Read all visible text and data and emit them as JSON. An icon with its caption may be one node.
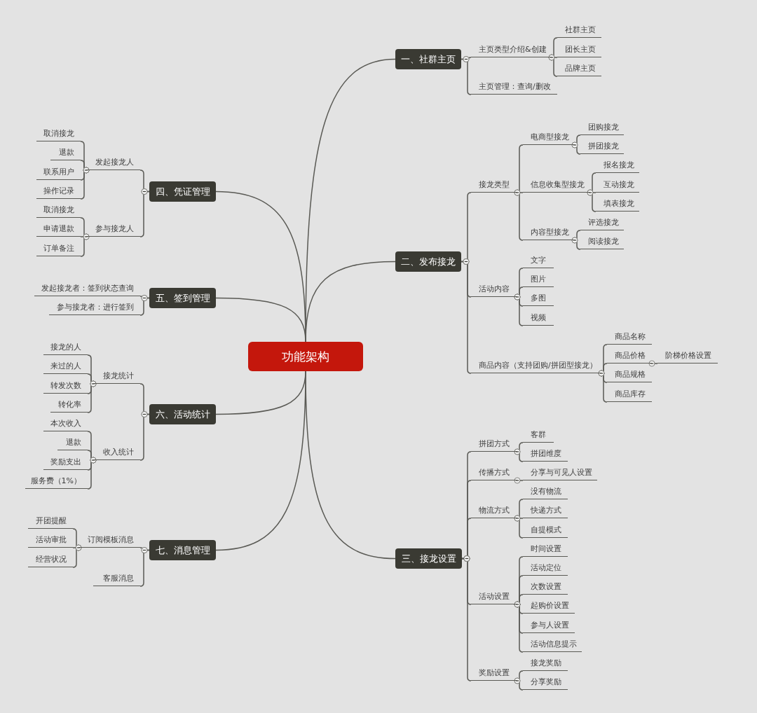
{
  "diagram": {
    "nodes": [
      {
        "text": [
          "功能架构"
        ]
      },
      {
        "text": [
          "一、社群主页"
        ]
      },
      {
        "text": [
          "主页类型介绍&创建"
        ]
      },
      {
        "text": [
          "社群主页"
        ]
      },
      {
        "text": [
          "团长主页"
        ]
      },
      {
        "text": [
          "品牌主页"
        ]
      },
      {
        "text": [
          "主页管理：查询/删改"
        ]
      },
      {
        "text": [
          "二、发布接龙"
        ]
      },
      {
        "text": [
          "接龙类型"
        ]
      },
      {
        "text": [
          "电商型接龙"
        ]
      },
      {
        "text": [
          "团购接龙"
        ]
      },
      {
        "text": [
          "拼团接龙"
        ]
      },
      {
        "text": [
          "信息收集型接龙"
        ]
      },
      {
        "text": [
          "报名接龙"
        ]
      },
      {
        "text": [
          "互动接龙"
        ]
      },
      {
        "text": [
          "填表接龙"
        ]
      },
      {
        "text": [
          "内容型接龙"
        ]
      },
      {
        "text": [
          "评选接龙"
        ]
      },
      {
        "text": [
          "阅读接龙"
        ]
      },
      {
        "text": [
          "活动内容"
        ]
      },
      {
        "text": [
          "文字"
        ]
      },
      {
        "text": [
          "图片"
        ]
      },
      {
        "text": [
          "多图"
        ]
      },
      {
        "text": [
          "视频"
        ]
      },
      {
        "text": [
          "商品内容（支持团购/拼团型接龙）"
        ]
      },
      {
        "text": [
          "商品名称"
        ]
      },
      {
        "text": [
          "商品价格"
        ]
      },
      {
        "text": [
          "阶梯价格设置"
        ]
      },
      {
        "text": [
          "商品规格"
        ]
      },
      {
        "text": [
          "商品库存"
        ]
      },
      {
        "text": [
          "三、接龙设置"
        ]
      },
      {
        "text": [
          "拼团方式"
        ]
      },
      {
        "text": [
          "客群"
        ]
      },
      {
        "text": [
          "拼团维度"
        ]
      },
      {
        "text": [
          "传播方式"
        ]
      },
      {
        "text": [
          "分享与可见人设置"
        ]
      },
      {
        "text": [
          "物流方式"
        ]
      },
      {
        "text": [
          "没有物流"
        ]
      },
      {
        "text": [
          "快递方式"
        ]
      },
      {
        "text": [
          "自提模式"
        ]
      },
      {
        "text": [
          "活动设置"
        ]
      },
      {
        "text": [
          "时间设置"
        ]
      },
      {
        "text": [
          "活动定位"
        ]
      },
      {
        "text": [
          "次数设置"
        ]
      },
      {
        "text": [
          "起购价设置"
        ]
      },
      {
        "text": [
          "参与人设置"
        ]
      },
      {
        "text": [
          "活动信息提示"
        ]
      },
      {
        "text": [
          "奖励设置"
        ]
      },
      {
        "text": [
          "接龙奖励"
        ]
      },
      {
        "text": [
          "分享奖励"
        ]
      },
      {
        "text": [
          "四、凭证管理"
        ]
      },
      {
        "text": [
          "发起接龙人"
        ]
      },
      {
        "text": [
          "取消接龙"
        ]
      },
      {
        "text": [
          "退款"
        ]
      },
      {
        "text": [
          "联系用户"
        ]
      },
      {
        "text": [
          "操作记录"
        ]
      },
      {
        "text": [
          "参与接龙人"
        ]
      },
      {
        "text": [
          "取消接龙"
        ]
      },
      {
        "text": [
          "申请退款"
        ]
      },
      {
        "text": [
          "订单备注"
        ]
      },
      {
        "text": [
          "五、签到管理"
        ]
      },
      {
        "text": [
          "发起接龙者：签到状态查询"
        ]
      },
      {
        "text": [
          "参与接龙者：进行签到"
        ]
      },
      {
        "text": [
          "六、活动统计"
        ]
      },
      {
        "text": [
          "接龙统计"
        ]
      },
      {
        "text": [
          "接龙的人"
        ]
      },
      {
        "text": [
          "来过的人"
        ]
      },
      {
        "text": [
          "转发次数"
        ]
      },
      {
        "text": [
          "转化率"
        ]
      },
      {
        "text": [
          "收入统计"
        ]
      },
      {
        "text": [
          "本次收入"
        ]
      },
      {
        "text": [
          "退款"
        ]
      },
      {
        "text": [
          "奖励支出"
        ]
      },
      {
        "text": [
          "服务费（1%）"
        ]
      },
      {
        "text": [
          "七、消息管理"
        ]
      },
      {
        "text": [
          "订阅模板消息"
        ]
      },
      {
        "text": [
          "开团提醒"
        ]
      },
      {
        "text": [
          "活动审批"
        ]
      },
      {
        "text": [
          "经营状况"
        ]
      },
      {
        "text": [
          "客服消息"
        ]
      }
    ],
    "edges": [
      {
        "from": 0,
        "to": 1,
        "arrow": "none"
      },
      {
        "from": 1,
        "to": 2,
        "arrow": "other"
      },
      {
        "from": 2,
        "to": 3,
        "arrow": "other"
      },
      {
        "from": 2,
        "to": 4,
        "arrow": "other"
      },
      {
        "from": 2,
        "to": 5,
        "arrow": "other"
      },
      {
        "from": 1,
        "to": 6,
        "arrow": "other"
      },
      {
        "from": 0,
        "to": 7,
        "arrow": "none"
      },
      {
        "from": 7,
        "to": 8,
        "arrow": "other"
      },
      {
        "from": 8,
        "to": 9,
        "arrow": "other"
      },
      {
        "from": 9,
        "to": 10,
        "arrow": "other"
      },
      {
        "from": 9,
        "to": 11,
        "arrow": "other"
      },
      {
        "from": 8,
        "to": 12,
        "arrow": "other"
      },
      {
        "from": 12,
        "to": 13,
        "arrow": "other"
      },
      {
        "from": 12,
        "to": 14,
        "arrow": "other"
      },
      {
        "from": 12,
        "to": 15,
        "arrow": "other"
      },
      {
        "from": 8,
        "to": 16,
        "arrow": "other"
      },
      {
        "from": 16,
        "to": 17,
        "arrow": "other"
      },
      {
        "from": 16,
        "to": 18,
        "arrow": "other"
      },
      {
        "from": 7,
        "to": 19,
        "arrow": "other"
      },
      {
        "from": 19,
        "to": 20,
        "arrow": "other"
      },
      {
        "from": 19,
        "to": 21,
        "arrow": "other"
      },
      {
        "from": 19,
        "to": 22,
        "arrow": "other"
      },
      {
        "from": 19,
        "to": 23,
        "arrow": "other"
      },
      {
        "from": 7,
        "to": 24,
        "arrow": "other"
      },
      {
        "from": 24,
        "to": 25,
        "arrow": "other"
      },
      {
        "from": 24,
        "to": 26,
        "arrow": "other"
      },
      {
        "from": 26,
        "to": 27,
        "arrow": "other"
      },
      {
        "from": 24,
        "to": 28,
        "arrow": "other"
      },
      {
        "from": 24,
        "to": 29,
        "arrow": "other"
      },
      {
        "from": 0,
        "to": 30,
        "arrow": "none"
      },
      {
        "from": 30,
        "to": 31,
        "arrow": "other"
      },
      {
        "from": 31,
        "to": 32,
        "arrow": "other"
      },
      {
        "from": 31,
        "to": 33,
        "arrow": "other"
      },
      {
        "from": 30,
        "to": 34,
        "arrow": "other"
      },
      {
        "from": 34,
        "to": 35,
        "arrow": "other"
      },
      {
        "from": 30,
        "to": 36,
        "arrow": "other"
      },
      {
        "from": 36,
        "to": 37,
        "arrow": "other"
      },
      {
        "from": 36,
        "to": 38,
        "arrow": "other"
      },
      {
        "from": 36,
        "to": 39,
        "arrow": "other"
      },
      {
        "from": 30,
        "to": 40,
        "arrow": "other"
      },
      {
        "from": 40,
        "to": 41,
        "arrow": "other"
      },
      {
        "from": 40,
        "to": 42,
        "arrow": "other"
      },
      {
        "from": 40,
        "to": 43,
        "arrow": "other"
      },
      {
        "from": 40,
        "to": 44,
        "arrow": "other"
      },
      {
        "from": 40,
        "to": 45,
        "arrow": "other"
      },
      {
        "from": 40,
        "to": 46,
        "arrow": "other"
      },
      {
        "from": 30,
        "to": 47,
        "arrow": "other"
      },
      {
        "from": 47,
        "to": 48,
        "arrow": "other"
      },
      {
        "from": 47,
        "to": 49,
        "arrow": "other"
      },
      {
        "from": 0,
        "to": 50,
        "arrow": "none"
      },
      {
        "from": 50,
        "to": 51,
        "arrow": "other"
      },
      {
        "from": 51,
        "to": 52,
        "arrow": "other"
      },
      {
        "from": 51,
        "to": 53,
        "arrow": "other"
      },
      {
        "from": 51,
        "to": 54,
        "arrow": "other"
      },
      {
        "from": 51,
        "to": 55,
        "arrow": "other"
      },
      {
        "from": 50,
        "to": 56,
        "arrow": "other"
      },
      {
        "from": 56,
        "to": 57,
        "arrow": "other"
      },
      {
        "from": 56,
        "to": 58,
        "arrow": "other"
      },
      {
        "from": 56,
        "to": 59,
        "arrow": "other"
      },
      {
        "from": 0,
        "to": 60,
        "arrow": "none"
      },
      {
        "from": 60,
        "to": 61,
        "arrow": "other"
      },
      {
        "from": 60,
        "to": 62,
        "arrow": "other"
      },
      {
        "from": 0,
        "to": 63,
        "arrow": "none"
      },
      {
        "from": 63,
        "to": 64,
        "arrow": "other"
      },
      {
        "from": 64,
        "to": 65,
        "arrow": "other"
      },
      {
        "from": 64,
        "to": 66,
        "arrow": "other"
      },
      {
        "from": 64,
        "to": 67,
        "arrow": "other"
      },
      {
        "from": 64,
        "to": 68,
        "arrow": "other"
      },
      {
        "from": 63,
        "to": 69,
        "arrow": "other"
      },
      {
        "from": 69,
        "to": 70,
        "arrow": "other"
      },
      {
        "from": 69,
        "to": 71,
        "arrow": "other"
      },
      {
        "from": 69,
        "to": 72,
        "arrow": "other"
      },
      {
        "from": 69,
        "to": 73,
        "arrow": "other"
      },
      {
        "from": 0,
        "to": 74,
        "arrow": "none"
      },
      {
        "from": 74,
        "to": 75,
        "arrow": "other"
      },
      {
        "from": 75,
        "to": 76,
        "arrow": "other"
      },
      {
        "from": 75,
        "to": 77,
        "arrow": "other"
      },
      {
        "from": 75,
        "to": 78,
        "arrow": "other"
      },
      {
        "from": 74,
        "to": 79,
        "arrow": "other"
      }
    ]
  }
}
